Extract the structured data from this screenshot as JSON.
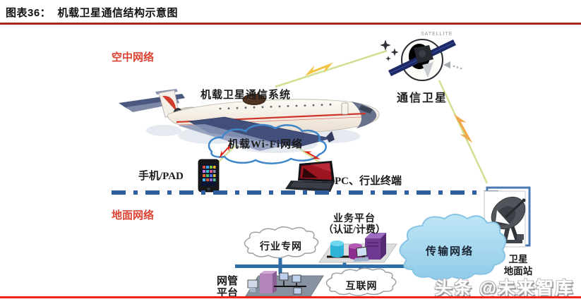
{
  "header": {
    "title": "图表36：  机载卫星通信结构示意图"
  },
  "diagram": {
    "air": {
      "section_label": "空中网络",
      "satcom_system_label": "机载卫星通信系统",
      "satellite": {
        "caption": "SATELLITE",
        "label": "通信卫星"
      },
      "wifi_cloud_label": "机载Wi-Fi网络",
      "phone_label": "手机/PAD",
      "pc_label": "PC、行业终端"
    },
    "ground": {
      "section_label": "地面网络",
      "industry_network_label": "行业专网",
      "business_platform": {
        "line1": "业务平台",
        "line2": "（认证/计费）"
      },
      "transmission_network_label": "传输网络",
      "ground_station": {
        "line1": "卫星",
        "line2": "地面站"
      },
      "nms_platform": {
        "line1": "网管",
        "line2": "平台"
      },
      "internet_label": "互联网"
    }
  },
  "watermark": "头条 @未来智库",
  "colors": {
    "accent_red": "#dc4333",
    "header_rule_red": "#a5281b",
    "footer_rule_red": "#ee2417",
    "divider_dash_blue": "#2d5f9f",
    "network_bus_blue": "#2e6da5",
    "wifi_cloud_stroke": "#3f86c8",
    "transmission_cloud_fill": "#a9dbf2",
    "beam_green": "#cfe092",
    "lightning_yellow": "#f3c544",
    "lightning_orange": "#f0aa4e",
    "lightning_red": "#dd2012"
  }
}
